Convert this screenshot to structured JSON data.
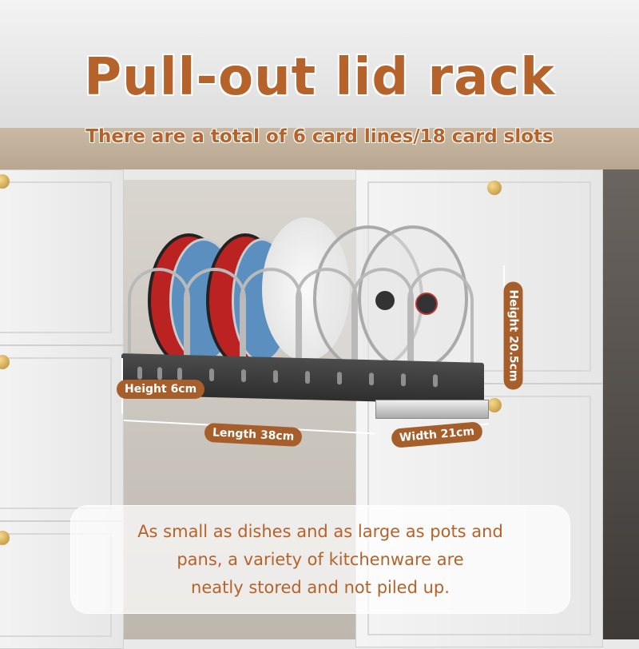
{
  "title": "Pull-out lid rack",
  "subtitle": "There are a total of 6 card lines/18 card slots",
  "dimensions": {
    "height_small": "Height 6cm",
    "length": "Length 38cm",
    "width": "Width 21cm",
    "height_large": "Height 20.5cm"
  },
  "description": [
    "As small as dishes and as large as pots and",
    "pans, a variety of kitchenware are",
    "neatly stored and not piled up."
  ],
  "colors": {
    "accent": "#b5632a",
    "label_bg": "#a65e2a"
  }
}
